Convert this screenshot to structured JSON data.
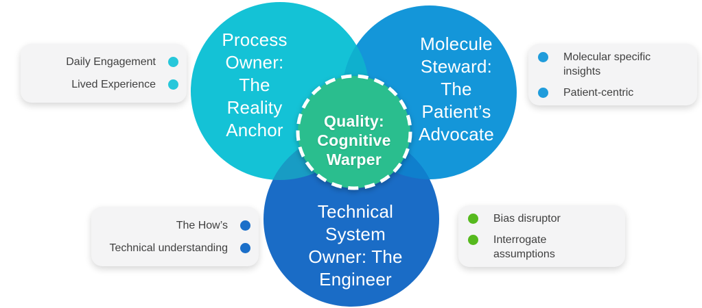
{
  "colors": {
    "background": "#ffffff",
    "circle_cyan": "#14C2D6",
    "circle_blue": "#1496D9",
    "circle_dark_blue": "#1A6CC6",
    "overlap_cyan_blue": "#0FB0CE",
    "overlap_cyan_dark": "#189CC4",
    "overlap_blue_dark": "#0F7FCD",
    "center_green": "#29BE8E",
    "center_border": "#ffffff",
    "bullet_cyan": "#27C7DA",
    "bullet_blue": "#209CDB",
    "bullet_royal": "#1B6FC9",
    "bullet_lime": "#56B91E",
    "callout_bg": "#f4f4f5",
    "text_dark": "#3f3f3f",
    "text_white": "#ffffff"
  },
  "diagram": {
    "circles": {
      "process_owner": {
        "label": "Process\nOwner:\nThe\nReality\nAnchor"
      },
      "molecule_steward": {
        "label": "Molecule\nSteward:\nThe\nPatient’s\nAdvocate"
      },
      "technical_owner": {
        "label": "Technical\nSystem\nOwner: The\nEngineer"
      },
      "center": {
        "label": "Quality:\nCognitive\nWarper"
      }
    },
    "callouts": {
      "top_left": {
        "items": [
          {
            "label": "Daily Engagement"
          },
          {
            "label": "Lived Experience"
          }
        ]
      },
      "top_right": {
        "items": [
          {
            "label": "Molecular specific insights"
          },
          {
            "label": "Patient-centric"
          }
        ]
      },
      "bottom_left": {
        "items": [
          {
            "label": "The How’s"
          },
          {
            "label": "Technical understanding"
          }
        ]
      },
      "bottom_right": {
        "items": [
          {
            "label": "Bias disruptor"
          },
          {
            "label": "Interrogate assumptions"
          }
        ]
      }
    }
  }
}
